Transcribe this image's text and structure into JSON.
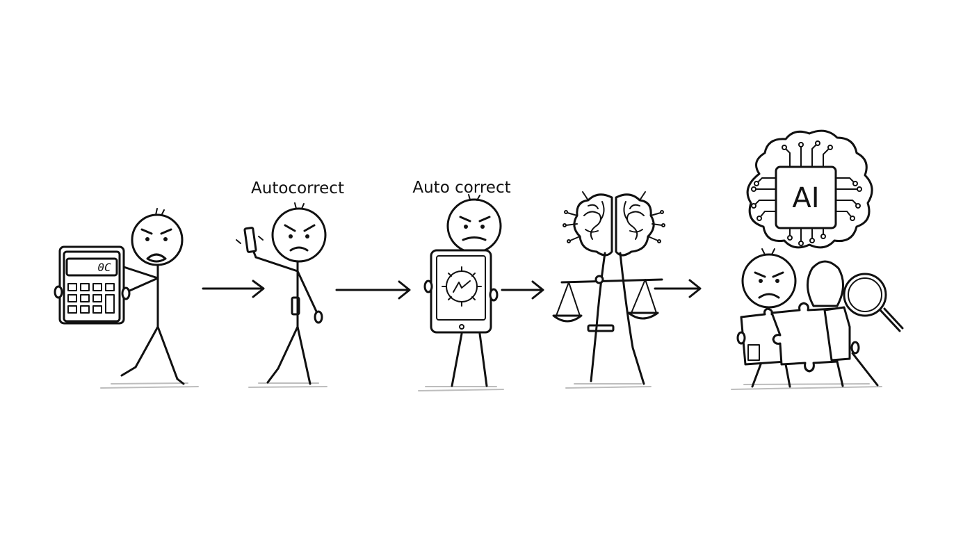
{
  "stages": [
    {
      "id": "calculator",
      "label": "",
      "icon": "calculator-icon",
      "display_text": "0C"
    },
    {
      "id": "autocorrect-1",
      "label": "Autocorrect",
      "icon": "phone-icon"
    },
    {
      "id": "autocorrect-2",
      "label": "Auto correct",
      "icon": "tablet-icon"
    },
    {
      "id": "scales",
      "label": "",
      "icon": "brain-scales-icon"
    },
    {
      "id": "ai",
      "label": "",
      "icon": "ai-brain-icon",
      "chip_text": "AI"
    }
  ],
  "arrows": 4
}
